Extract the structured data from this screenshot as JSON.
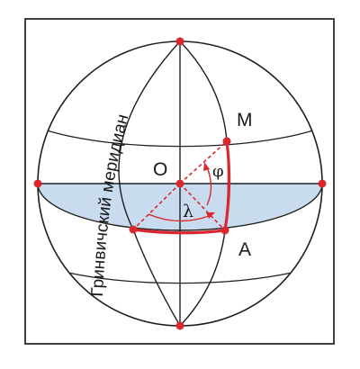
{
  "labels": {
    "center": "O",
    "point_m": "M",
    "point_a": "A",
    "longitude": "λ",
    "latitude": "φ",
    "meridian": "Гринвичский меридиан"
  },
  "colors": {
    "frame": "#2a2a2a",
    "line": "#1f1f1f",
    "accent": "#d9282f",
    "equator_fill": "#c9dcef"
  }
}
